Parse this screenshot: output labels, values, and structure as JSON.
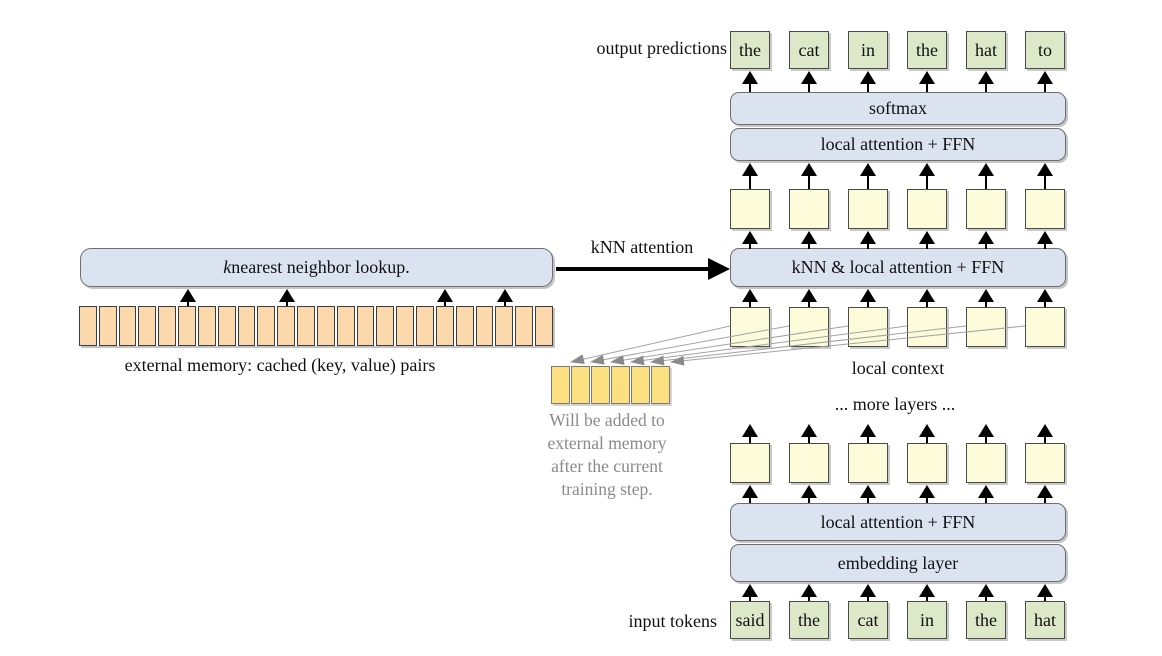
{
  "diagram": {
    "labels": {
      "output_predictions": "output predictions",
      "input_tokens": "input tokens",
      "knn_attention": "kNN attention",
      "local_context": "local context",
      "more_layers": "... more layers ...",
      "external_memory_caption": "external memory: cached (key, value) pairs"
    },
    "boxes": {
      "softmax": "softmax",
      "local_attention_top": "local attention + FFN",
      "knn_local_attention": "kNN & local attention + FFN",
      "local_attention_bottom": "local attention + FFN",
      "embedding_layer": "embedding layer",
      "knn_lookup_k": "k",
      "knn_lookup_rest": " nearest neighbor lookup."
    },
    "output_tokens": [
      "the",
      "cat",
      "in",
      "the",
      "hat",
      "to"
    ],
    "input_tokens_row": [
      "said",
      "the",
      "cat",
      "in",
      "the",
      "hat"
    ],
    "memory_note_lines": [
      "Will be added to",
      "external memory",
      "after the current",
      "training step."
    ],
    "counts": {
      "external_memory_cells": 24,
      "new_memory_cells": 6,
      "hidden_state_columns": 6,
      "memory_lookup_arrows": 4
    },
    "colors": {
      "token_green": "#dde8c9",
      "layer_blue": "#dce3f0",
      "hidden_yellow": "#fdfcda",
      "memory_orange": "#fbd9ad",
      "new_memory_gold": "#fcdf7f",
      "note_gray": "#8a8a8a",
      "arrow_black": "#000000",
      "arrow_gray": "#8a8a8a"
    }
  }
}
